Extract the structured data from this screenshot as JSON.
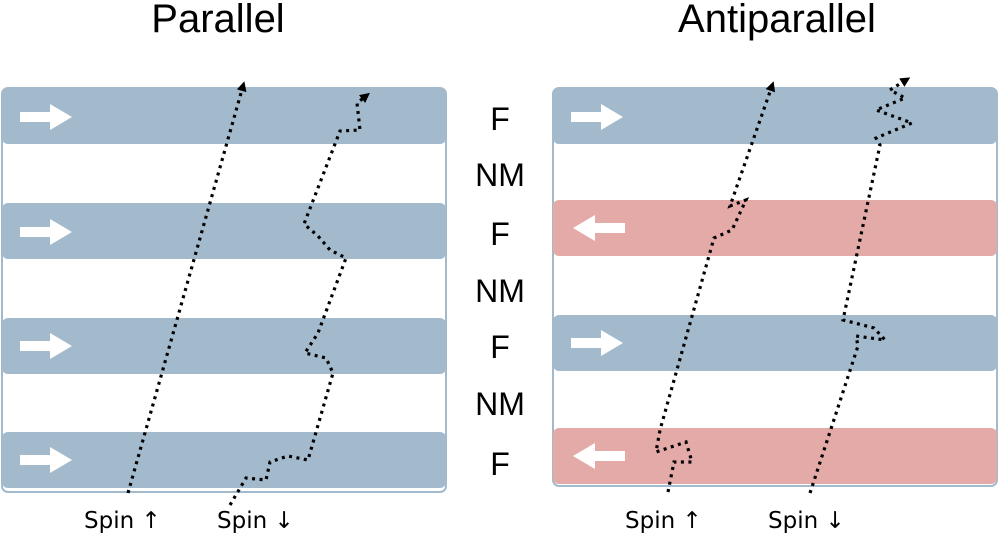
{
  "panels": {
    "left": {
      "title": "Parallel",
      "layers": [
        "F",
        "NM",
        "F",
        "NM",
        "F",
        "NM",
        "F"
      ],
      "magnetization": [
        "right",
        "right",
        "right",
        "right"
      ],
      "spin_up_label": "Spin ↑",
      "spin_down_label": "Spin ↓"
    },
    "right": {
      "title": "Antiparallel",
      "magnetization": [
        "right",
        "left",
        "right",
        "left"
      ],
      "spin_up_label": "Spin ↑",
      "spin_down_label": "Spin ↓"
    }
  },
  "layer_labels": [
    "F",
    "NM",
    "F",
    "NM",
    "F",
    "NM",
    "F"
  ],
  "colors": {
    "ferromagnet_parallel": "#a3bacd",
    "ferromagnet_antiparallel": "#e4aaa8",
    "frame": "#a3bacd",
    "path": "#000000",
    "arrow": "#ffffff"
  }
}
